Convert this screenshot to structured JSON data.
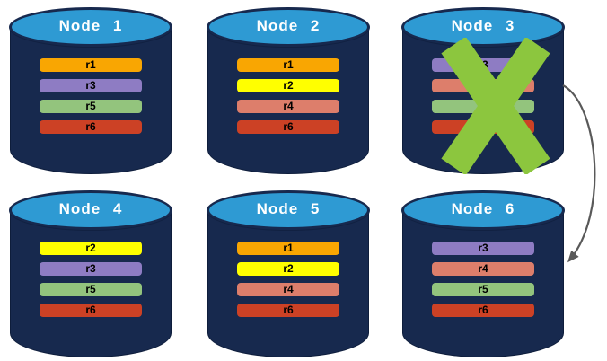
{
  "diagram": {
    "description": "Replica distribution across database nodes with one failed node",
    "nodes": [
      {
        "name": "Node 1",
        "failed": false,
        "replicas": [
          {
            "label": "r1",
            "color": "#F9A602"
          },
          {
            "label": "r3",
            "color": "#8E7CC3"
          },
          {
            "label": "r5",
            "color": "#93C47D"
          },
          {
            "label": "r6",
            "color": "#CC4125"
          }
        ]
      },
      {
        "name": "Node 2",
        "failed": false,
        "replicas": [
          {
            "label": "r1",
            "color": "#F9A602"
          },
          {
            "label": "r2",
            "color": "#FFFF00"
          },
          {
            "label": "r4",
            "color": "#DD7E6B"
          },
          {
            "label": "r6",
            "color": "#CC4125"
          }
        ]
      },
      {
        "name": "Node 3",
        "failed": true,
        "replicas": [
          {
            "label": "r3",
            "color": "#8E7CC3"
          },
          {
            "label": "r4",
            "color": "#DD7E6B"
          },
          {
            "label": "r5",
            "color": "#93C47D"
          },
          {
            "label": "r6",
            "color": "#CC4125"
          }
        ]
      },
      {
        "name": "Node 4",
        "failed": false,
        "replicas": [
          {
            "label": "r2",
            "color": "#FFFF00"
          },
          {
            "label": "r3",
            "color": "#8E7CC3"
          },
          {
            "label": "r5",
            "color": "#93C47D"
          },
          {
            "label": "r6",
            "color": "#CC4125"
          }
        ]
      },
      {
        "name": "Node 5",
        "failed": false,
        "replicas": [
          {
            "label": "r1",
            "color": "#F9A602"
          },
          {
            "label": "r2",
            "color": "#FFFF00"
          },
          {
            "label": "r4",
            "color": "#DD7E6B"
          },
          {
            "label": "r6",
            "color": "#CC4125"
          }
        ]
      },
      {
        "name": "Node 6",
        "failed": false,
        "replicas": [
          {
            "label": "r3",
            "color": "#8E7CC3"
          },
          {
            "label": "r4",
            "color": "#DD7E6B"
          },
          {
            "label": "r5",
            "color": "#93C47D"
          },
          {
            "label": "r6",
            "color": "#CC4125"
          }
        ]
      }
    ],
    "arrow": {
      "from": "Node 3",
      "to": "Node 6",
      "color": "#595959"
    },
    "colors": {
      "cylinder_body": "#17294E",
      "cylinder_top": "#2E9AD3",
      "failure_x": "#8CC63E",
      "title_text": "#FFFFFF",
      "replica_text": "#000000",
      "background": "#FFFFFF"
    }
  }
}
